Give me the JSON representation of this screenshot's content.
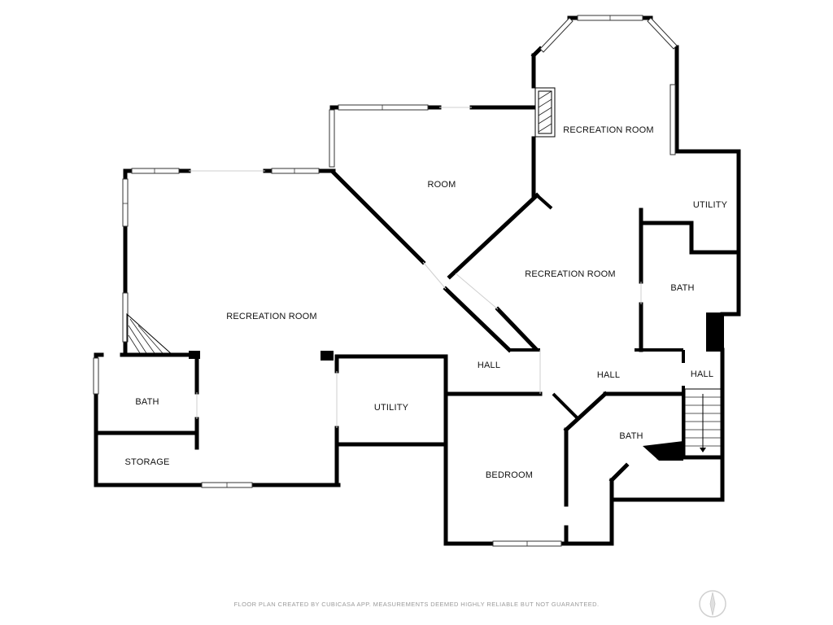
{
  "rooms": {
    "recreation_main": "RECREATION ROOM",
    "room": "ROOM",
    "recreation_top_right": "RECREATION ROOM",
    "recreation_center": "RECREATION ROOM",
    "utility_right": "UTILITY",
    "bath_right": "BATH",
    "hall_left": "HALL",
    "hall_center": "HALL",
    "hall_right": "HALL",
    "bath_left": "BATH",
    "storage": "STORAGE",
    "utility_center": "UTILITY",
    "bedroom": "BEDROOM",
    "bath_lower": "BATH"
  },
  "footer": {
    "disclaimer": "FLOOR PLAN CREATED BY CUBICASA APP. MEASUREMENTS DEEMED HIGHLY RELIABLE BUT NOT GUARANTEED."
  },
  "icons": {
    "compass": "compass-icon"
  },
  "colors": {
    "wall": "#000000",
    "label": "#111111",
    "footer": "#9a9a9a"
  }
}
